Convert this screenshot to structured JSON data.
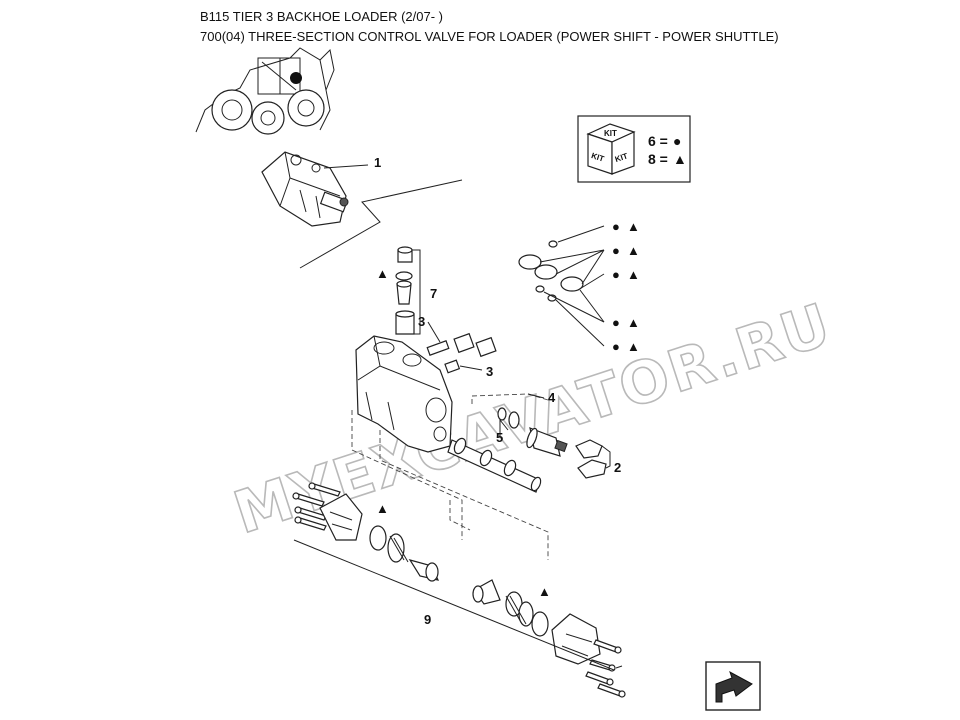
{
  "header": {
    "model": "B115 TIER 3 BACKHOE LOADER (2/07- )",
    "section": "700(04) THREE-SECTION CONTROL VALVE FOR LOADER (POWER SHIFT - POWER SHUTTLE)"
  },
  "kit_legend": {
    "box_label": "KIT",
    "entries": [
      {
        "number": "6 =",
        "symbol": "●"
      },
      {
        "number": "8 =",
        "symbol": "▲"
      }
    ]
  },
  "callouts": [
    "1",
    "7",
    "3",
    "3",
    "4",
    "5",
    "2",
    "9"
  ],
  "kit_marks": [
    {
      "circle": "●",
      "triangle": "▲"
    },
    {
      "circle": "●",
      "triangle": "▲"
    },
    {
      "circle": "●",
      "triangle": "▲"
    },
    {
      "circle": "●",
      "triangle": "▲"
    },
    {
      "circle": "●",
      "triangle": "▲"
    }
  ],
  "single_triangle": "▲",
  "watermark": "MYEXCAVATOR.RU",
  "colors": {
    "line": "#222222",
    "watermark": "#b9b9b9",
    "background": "#ffffff"
  },
  "icons": {
    "next_page": "next-page-arrow-icon",
    "kit_box": "kit-box-icon"
  }
}
